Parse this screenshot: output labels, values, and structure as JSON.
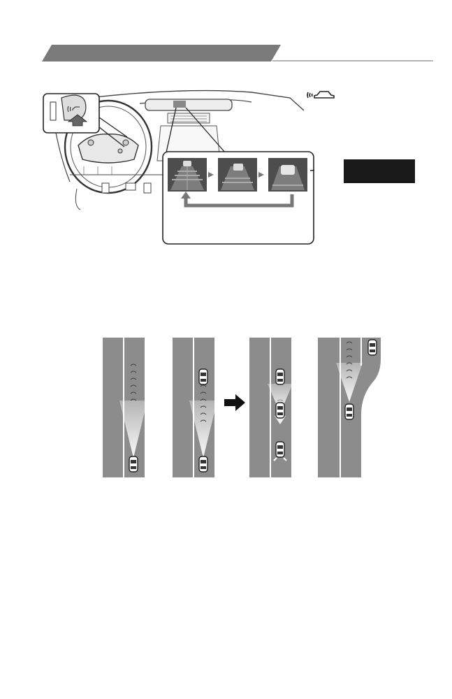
{
  "page": {
    "header_band": "section-header",
    "icons": [
      "distance-switch-icon",
      "vehicle-distance-icon",
      "cycle-arrow-icon",
      "right-arrow-icon"
    ],
    "colors": {
      "band_dark": "#777777",
      "band_light": "#b5b5b5",
      "road": "#8c8c8c",
      "callout": "#1a1a1a",
      "screen": "#5a5a5a"
    }
  },
  "distance_display": {
    "states": [
      "long",
      "medium",
      "short"
    ]
  },
  "road_scenes": {
    "panel_count": 4
  }
}
